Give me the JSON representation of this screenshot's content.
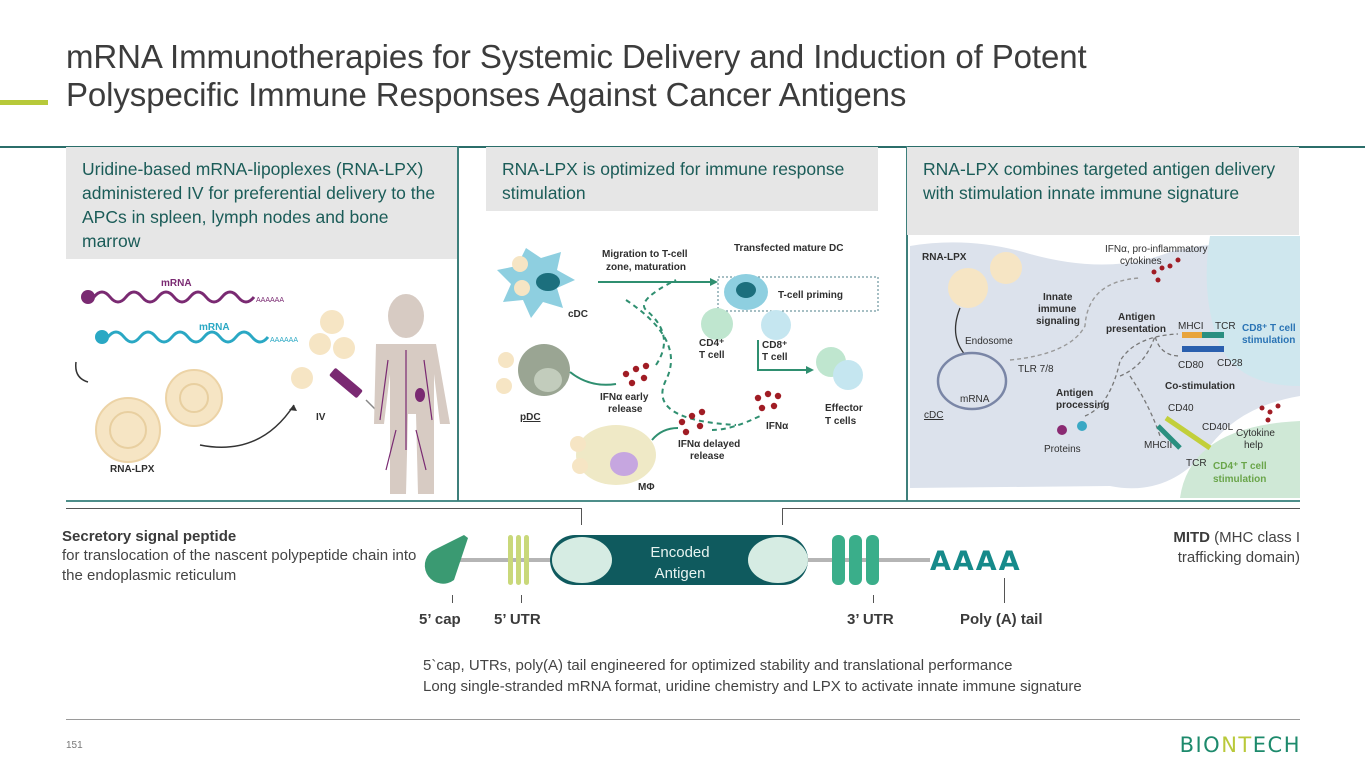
{
  "title": {
    "line1": "mRNA Immunotherapies for Systemic Delivery and Induction of Potent",
    "line2": "Polyspecific Immune Responses Against Cancer Antigens"
  },
  "panels": [
    {
      "heading": "Uridine-based mRNA-lipoplexes (RNA-LPX) administered IV for preferential delivery to the APCs in spleen, lymph nodes and bone marrow",
      "labels": {
        "mrna_1": "mRNA",
        "mrna_2": "mRNA",
        "poly_a": "AAAAAA",
        "rna_lpx": "RNA-LPX",
        "iv": "IV"
      }
    },
    {
      "heading": "RNA-LPX is optimized for immune response stimulation",
      "labels": {
        "migration_1": "Migration to T-cell",
        "migration_2": "zone, maturation",
        "transfected": "Transfected mature DC",
        "tcell_priming": "T-cell priming",
        "cdc": "cDC",
        "cd4_1": "CD4⁺",
        "cd4_2": "T cell",
        "cd8_1": "CD8⁺",
        "cd8_2": "T cell",
        "pdc": "pDC",
        "ifn_early_1": "IFNα early",
        "ifn_early_2": "release",
        "ifn_delayed_1": "IFNα delayed",
        "ifn_delayed_2": "release",
        "ifna": "IFNα",
        "effector_1": "Effector",
        "effector_2": "T cells",
        "macrophage": "MΦ"
      }
    },
    {
      "heading": "RNA-LPX combines targeted antigen delivery with stimulation innate immune signature",
      "labels": {
        "rna_lpx": "RNA-LPX",
        "cytokines_1": "IFNα, pro-inflammatory",
        "cytokines_2": "cytokines",
        "innate_1": "Innate",
        "innate_2": "immune",
        "innate_3": "signaling",
        "antigen_pres_1": "Antigen",
        "antigen_pres_2": "presentation",
        "mhci": "MHCI",
        "tcr_top": "TCR",
        "cd8_stim_1": "CD8⁺ T cell",
        "cd8_stim_2": "stimulation",
        "endosome": "Endosome",
        "tlr": "TLR 7/8",
        "cd80": "CD80",
        "cd28": "CD28",
        "mrna": "mRNA",
        "antigen_proc_1": "Antigen",
        "antigen_proc_2": "processing",
        "costim": "Co-stimulation",
        "cdc": "cDC",
        "cd40": "CD40",
        "cd40l": "CD40L",
        "proteins": "Proteins",
        "mhcii": "MHCII",
        "tcr_bottom": "TCR",
        "cytokine_help_1": "Cytokine",
        "cytokine_help_2": "help",
        "cd4_stim_1": "CD4⁺ T cell",
        "cd4_stim_2": "stimulation"
      }
    }
  ],
  "construct": {
    "signal_peptide_title": "Secretory signal peptide",
    "signal_peptide_desc": "for translocation of the nascent polypeptide chain into the endoplasmic reticulum",
    "mitd_bold": "MITD",
    "mitd_rest": " (MHC class I",
    "mitd_line2": "trafficking domain)",
    "encoded_1": "Encoded",
    "encoded_2": "Antigen",
    "poly_a_glyph": "AAAA",
    "labels": {
      "cap5": "5’ cap",
      "utr5": "5’ UTR",
      "utr3": "3’ UTR",
      "polya": "Poly (A) tail"
    },
    "colors": {
      "cap": "#3a9a72",
      "utr5": "#c9d87a",
      "antigen_dark": "#0f5a5e",
      "antigen_light": "#d6ece3",
      "utr3": "#3aae8a",
      "polya": "#168a8a",
      "backbone": "#b5b5b5"
    }
  },
  "footnote": {
    "line1": "5`cap, UTRs, poly(A) tail engineered for optimized stability and translational performance",
    "line2": "Long single-stranded mRNA format, uridine chemistry and LPX to activate innate immune signature"
  },
  "footer": {
    "page_number": "151",
    "logo_part1": "BIO",
    "logo_part2": "NT",
    "logo_part3": "ECH"
  }
}
